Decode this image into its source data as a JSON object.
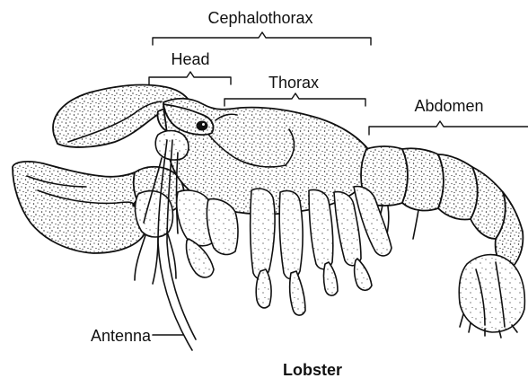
{
  "diagram": {
    "title": "Lobster",
    "labels": {
      "cephalothorax": "Cephalothorax",
      "head": "Head",
      "thorax": "Thorax",
      "abdomen": "Abdomen",
      "antenna": "Antenna"
    }
  },
  "colors": {
    "ink": "#111111",
    "background": "#ffffff"
  }
}
